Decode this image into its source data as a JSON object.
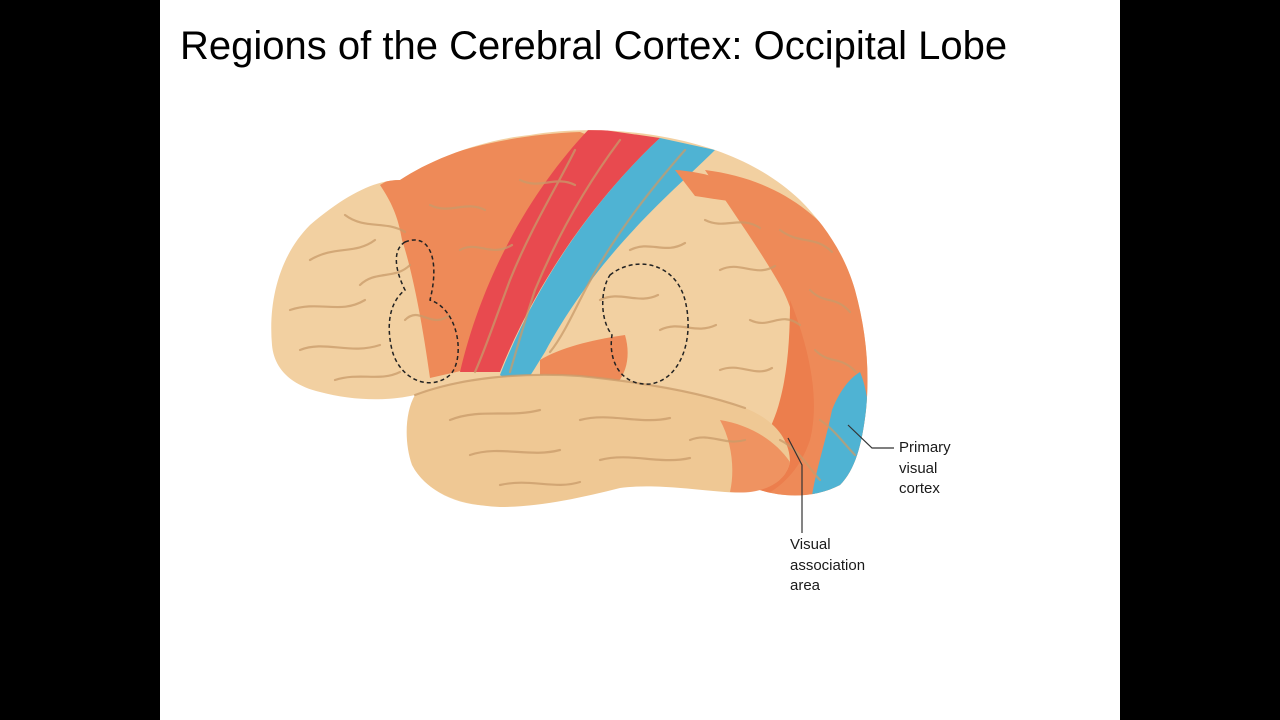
{
  "slide": {
    "title": "Regions of the Cerebral Cortex: Occipital Lobe"
  },
  "labels": {
    "primary_visual_cortex": [
      "Primary",
      "visual",
      "cortex"
    ],
    "visual_association_area": [
      "Visual",
      "association",
      "area"
    ]
  },
  "colors": {
    "letterbox": "#000000",
    "slide_background": "#ffffff",
    "cortex_base": "#f2d0a1",
    "association_area": "#ee8a58",
    "primary_motor": "#e84a4f",
    "primary_sensory": "#4fb3d3"
  },
  "icons": [
    "brain-illustration-icon"
  ]
}
